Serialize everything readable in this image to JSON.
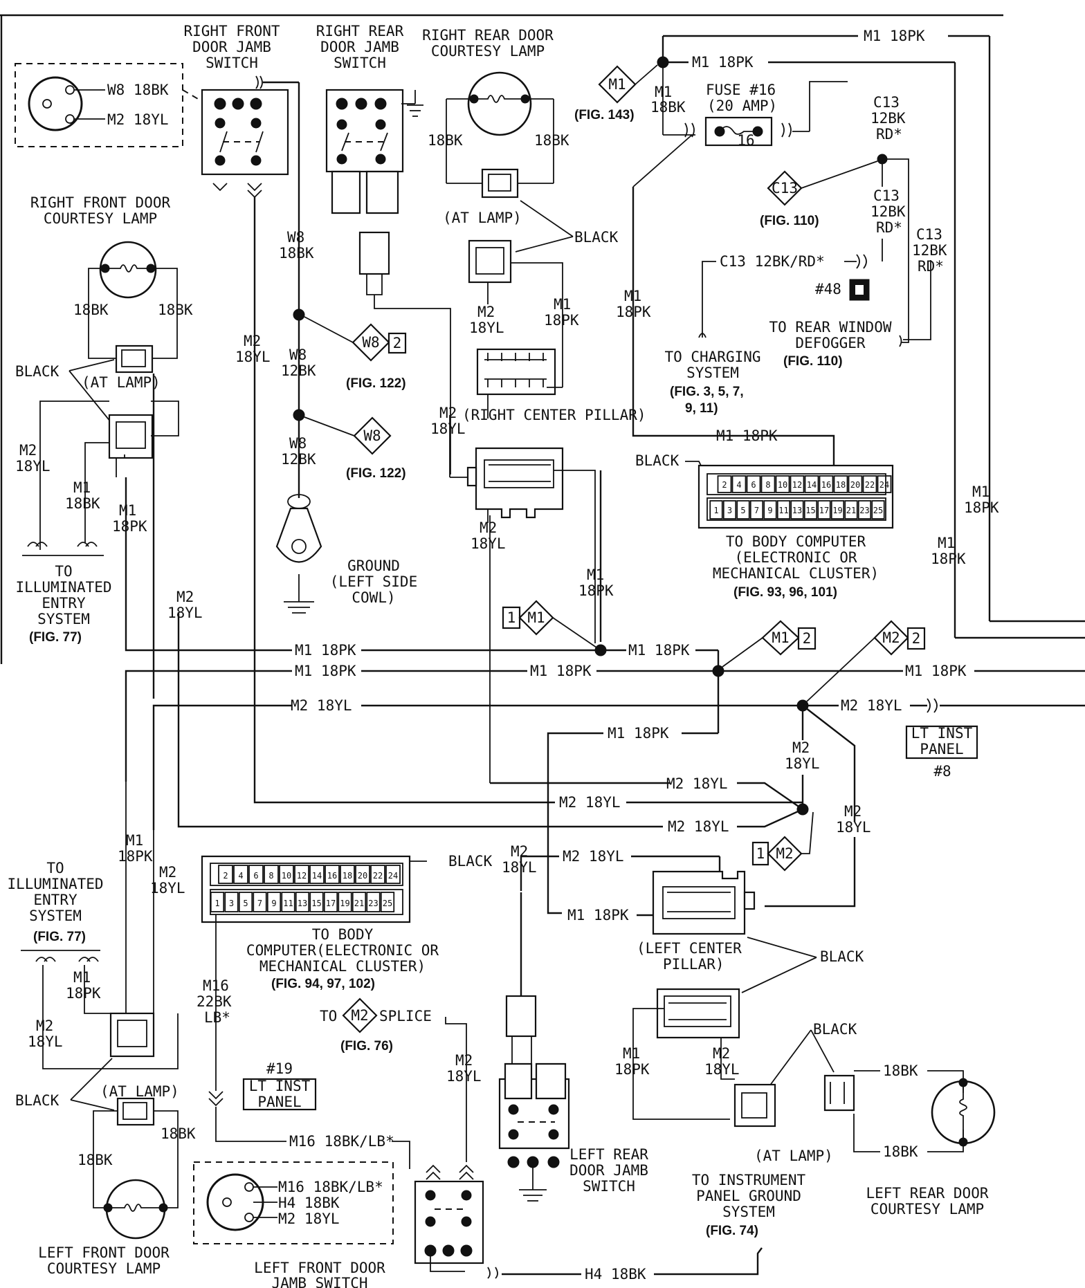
{
  "components": {
    "rf_jamb_switch": "RIGHT FRONT DOOR JAMB SWITCH",
    "rr_jamb_switch": "RIGHT REAR DOOR JAMB SWITCH",
    "rr_courtesy_lamp": "RIGHT REAR DOOR COURTESY LAMP",
    "rf_courtesy_lamp": "RIGHT FRONT DOOR COURTESY LAMP",
    "ground": "GROUND (LEFT SIDE COWL)",
    "fuse": "FUSE #16 (20 AMP)",
    "fuse_num": "16",
    "to_charging": "TO CHARGING SYSTEM",
    "to_defogger": "TO REAR WINDOW DEFOGGER",
    "body_computer_top": "TO BODY COMPUTER (ELECTRONIC OR MECHANICAL CLUSTER)",
    "body_computer_bottom": "TO BODY COMPUTER(ELECTRONIC OR MECHANICAL CLUSTER)",
    "illum_entry": "TO ILLUMINATED ENTRY SYSTEM",
    "right_center_pillar": "(RIGHT CENTER PILLAR)",
    "left_center_pillar": "(LEFT CENTER PILLAR)",
    "lr_courtesy_lamp": "LEFT REAR DOOR COURTESY LAMP",
    "lf_courtesy_lamp": "LEFT FRONT DOOR COURTESY LAMP",
    "lr_jamb_switch": "LEFT REAR DOOR JAMB SWITCH",
    "lf_jamb_switch": "LEFT FRONT DOOR JAMB SWITCH",
    "to_ip_ground": "TO INSTRUMENT PANEL GROUND SYSTEM",
    "lt_inst_panel": "LT INST PANEL",
    "panel_8": "#8",
    "panel_19": "#19",
    "conn_48": "#48",
    "to_splice_to": "TO",
    "to_splice_splice": "SPLICE",
    "at_lamp": "(AT LAMP)",
    "black": "BLACK"
  },
  "figures": {
    "fig143": "(FIG. 143)",
    "fig110": "(FIG. 110)",
    "fig122": "(FIG. 122)",
    "fig3": "(FIG. 3, 5, 7, 9, 11)",
    "fig93": "(FIG. 93, 96, 101)",
    "fig77": "(FIG. 77)",
    "fig94": "(FIG. 94, 97, 102)",
    "fig76": "(FIG. 76)",
    "fig74": "(FIG. 74)"
  },
  "wires": {
    "m1_18pk": "M1 18PK",
    "m2_18yl": "M2 18YL",
    "w8_18bk": "W8 18BK",
    "w8_12bk": "W8 12BK",
    "m2_18bk": "M2 18YL",
    "h4_18bk": "H4 18BK",
    "m16_18bklb": "M16 18BK/LB*",
    "m16_22bklb": "M16 22BK LB*",
    "m1_18bk": "M1 18BK",
    "c13_12bkrd": "C13 12BK/RD*",
    "c13_stack": "C13 12BK RD*",
    "bk_18": "18BK",
    "m2_yl": "M2 18YL",
    "m2_single": "M2 18YL"
  },
  "splice_tags": {
    "m1": "M1",
    "m2": "M2",
    "w8": "W8",
    "c13": "C13",
    "two": "2",
    "one": "1"
  },
  "connector_pins": {
    "even": [
      "2",
      "4",
      "6",
      "8",
      "10",
      "12",
      "14",
      "16",
      "18",
      "20",
      "22",
      "24"
    ],
    "odd": [
      "1",
      "3",
      "5",
      "7",
      "9",
      "11",
      "13",
      "15",
      "17",
      "19",
      "21",
      "23",
      "25"
    ]
  },
  "inset_top": [
    "W8 18BK",
    "M2 18YL"
  ],
  "inset_bottom": [
    "M16 18BK/LB*",
    "H4 18BK",
    "M2 18YL"
  ]
}
